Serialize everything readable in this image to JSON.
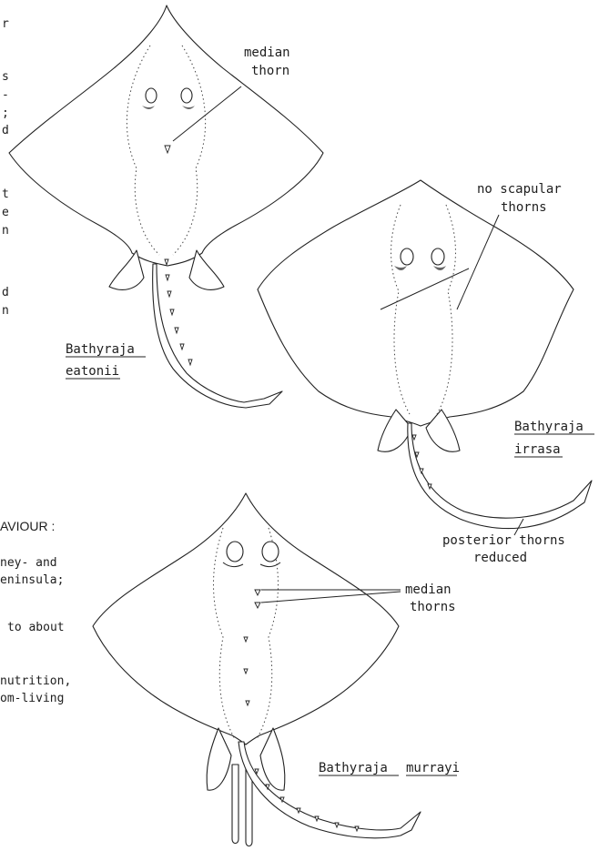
{
  "left_margin_fragments": [
    "r",
    "s",
    "-",
    ";",
    "d",
    "t",
    "e",
    "n",
    "d",
    "n"
  ],
  "behaviour_heading_fragment": "AVIOUR :",
  "lower_margin_fragments": [
    "ney-  and",
    "eninsula;",
    "to  about",
    "nutrition,",
    "om-living"
  ],
  "species": [
    {
      "genus": "Bathyraja",
      "epithet": "eatonii"
    },
    {
      "genus": "Bathyraja",
      "epithet": "irrasa"
    },
    {
      "genus": "Bathyraja",
      "epithet": "murrayi"
    }
  ],
  "annotations": {
    "eatonii_median_thorn": [
      "median",
      "thorn"
    ],
    "irrasa_scapular": [
      "no scapular",
      "thorns"
    ],
    "irrasa_posterior": [
      "posterior thorns",
      "reduced"
    ],
    "murrayi_median": [
      "median",
      "thorns"
    ]
  },
  "colors": {
    "ink": "#222222",
    "background": "#ffffff",
    "spiracle_shade": "#666666"
  }
}
